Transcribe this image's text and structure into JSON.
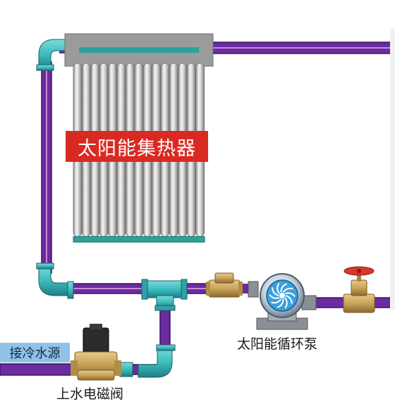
{
  "labels": {
    "collector": "太阳能集热器",
    "pump": "太阳能循环泵",
    "solenoid_valve": "上水电磁阀",
    "cold_water_source": "接冷水源"
  },
  "colors": {
    "hot_pipe": "#6a2c9e",
    "hot_pipe_edge": "#3d1463",
    "return_pipe_highlight": "#c78ad6",
    "fitting": "#3bbdbd",
    "fitting_dark": "#1d7f86",
    "collector_frame": "#9b9b9b",
    "collector_label_bg": "#d92a22",
    "badge_bg": "#8fc3ea",
    "brass": "#c9a45a",
    "pump_blue": "#3aa0dc",
    "valve_handle": "#d8372a"
  },
  "icons": {
    "collector": "solar-collector-icon",
    "pump": "circulation-pump-icon",
    "solenoid_valve": "solenoid-valve-icon",
    "check_valve": "check-valve-icon",
    "gate_valve": "gate-valve-icon",
    "tee": "tee-fitting-icon",
    "elbow": "elbow-fitting-icon"
  }
}
